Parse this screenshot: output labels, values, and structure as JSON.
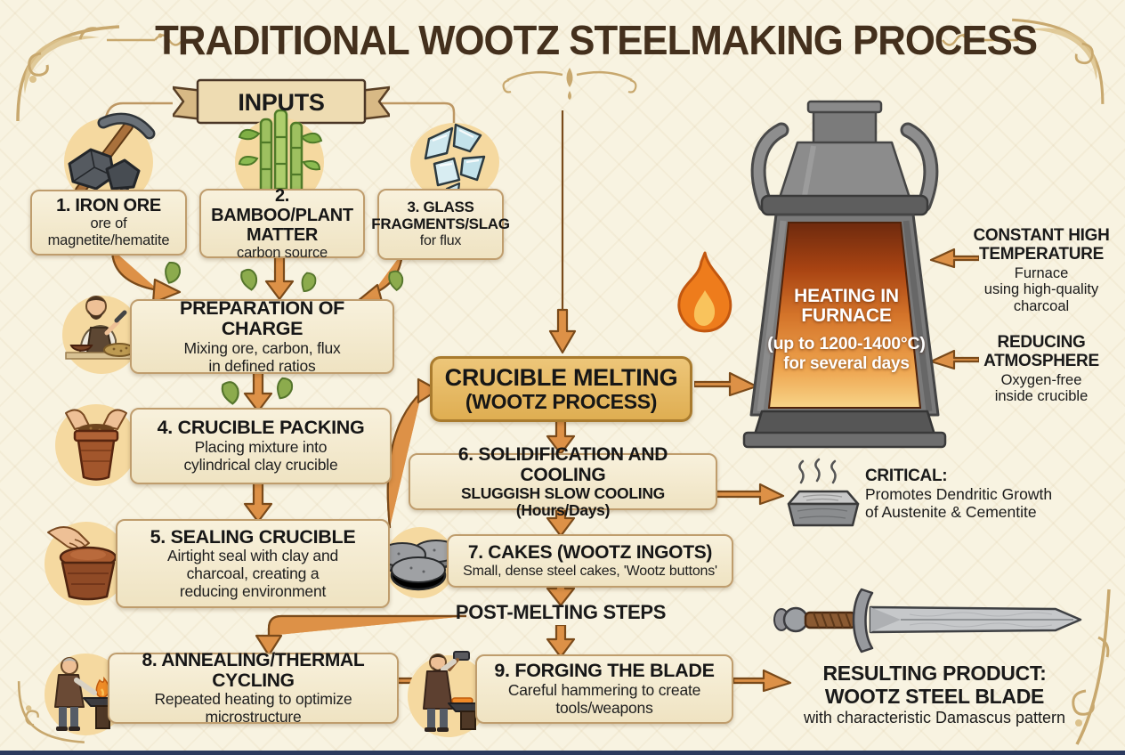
{
  "header": {
    "title": "TRADITIONAL WOOTZ STEELMAKING PROCESS"
  },
  "inputs": {
    "banner": "INPUTS",
    "items": [
      {
        "title": "1. IRON ORE",
        "desc": "ore of\nmagnetite/hematite"
      },
      {
        "title": "2. BAMBOO/PLANT\nMATTER",
        "desc": "carbon source"
      },
      {
        "title": "3. GLASS\nFRAGMENTS/SLAG",
        "desc": "for flux"
      }
    ]
  },
  "steps": {
    "preparation": {
      "title": "PREPARATION OF CHARGE",
      "desc": "Mixing ore, carbon, flux\nin defined ratios"
    },
    "packing": {
      "title": "4. CRUCIBLE PACKING",
      "desc": "Placing mixture into\ncylindrical clay crucible"
    },
    "sealing": {
      "title": "5. SEALING CRUCIBLE",
      "desc": "Airtight seal with clay and\ncharcoal, creating a\nreducing environment"
    },
    "melting": {
      "title": "CRUCIBLE MELTING",
      "subtitle": "(WOOTZ PROCESS)"
    },
    "solidification": {
      "title": "6. SOLIDIFICATION AND COOLING",
      "desc": "SLUGGISH SLOW COOLING (Hours/Days)"
    },
    "cakes": {
      "title": "7. CAKES (WOOTZ INGOTS)",
      "desc": "Small, dense steel cakes, 'Wootz buttons'"
    },
    "post_melting_label": "POST-MELTING STEPS",
    "annealing": {
      "title": "8. ANNEALING/THERMAL CYCLING",
      "desc": "Repeated heating to optimize\nmicrostructure"
    },
    "forging": {
      "title": "9. FORGING THE BLADE",
      "desc": "Careful hammering to create\ntools/weapons"
    }
  },
  "furnace": {
    "heading": "HEATING IN\nFURNACE",
    "temp_line": "(up to 1200-1400°C)",
    "duration_line": "for several days"
  },
  "annotations": {
    "temperature": {
      "title": "CONSTANT HIGH\nTEMPERATURE",
      "desc": "Furnace\nusing high-quality\ncharcoal"
    },
    "atmosphere": {
      "title": "REDUCING\nATMOSPHERE",
      "desc": "Oxygen-free\ninside crucible"
    },
    "critical": {
      "title": "CRITICAL:",
      "desc": "Promotes Dendritic Growth\nof Austenite & Cementite"
    }
  },
  "result": {
    "title": "RESULTING PRODUCT:\nWOOTZ STEEL BLADE",
    "desc": "with characteristic Damascus pattern"
  },
  "icons": {
    "input1": "pickaxe-ore-icon",
    "input2": "bamboo-icon",
    "input3": "glass-shards-icon",
    "preparation": "person-mixing-icon",
    "packing": "hands-packing-crucible-icon",
    "sealing": "hand-sealing-pot-icon",
    "melting_flame": "flame-icon",
    "furnace": "furnace-illustration",
    "cooling": "steel-ingot-steam-icon",
    "cakes": "wootz-cakes-icon",
    "annealing": "blacksmith-annealing-icon",
    "forging": "blacksmith-forging-icon",
    "result": "wootz-sword-illustration"
  },
  "colors": {
    "background": "#f8f3e1",
    "arrow_orange": "#dd9147",
    "arrow_outline": "#7a4a1a",
    "box_fill": "#f4ead0",
    "box_border": "#bf9d6d",
    "gold_box": "#e5ba62",
    "title_brown": "#44301d",
    "accent_tan": "#c8a86e",
    "furnace_glow": "#e88428",
    "bottom_strip": "#2b3a5e"
  }
}
